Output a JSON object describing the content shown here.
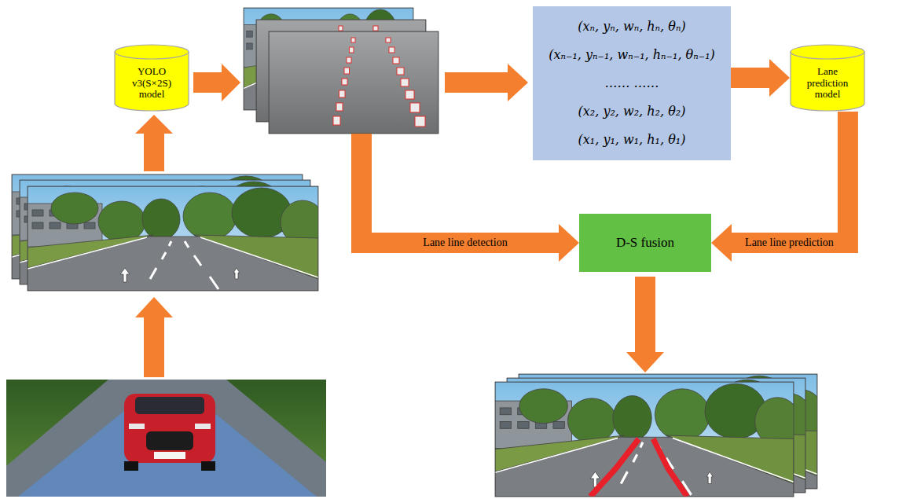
{
  "diagram": {
    "nodes": [
      {
        "text": [
          "YOLO v3(S×2S) model"
        ]
      },
      {
        "text": [
          "(xₙ, yₙ, wₙ, hₙ, θₙ)",
          "(xₙ₋₁, yₙ₋₁, wₙ₋₁, hₙ₋₁, θₙ₋₁)",
          "…… ……",
          "(x₂, y₂, w₂, h₂, θ₂)",
          "(x₁, y₁, w₁, h₁, θ₁)"
        ]
      },
      {
        "text": [
          "Lane prediction model"
        ]
      },
      {
        "text": [
          "D-S fusion"
        ]
      }
    ],
    "edges": [
      {
        "from": 1,
        "to": 2,
        "arrow": "to"
      },
      {
        "from": 2,
        "to": 3,
        "arrow": "to",
        "label": "Lane line prediction"
      }
    ],
    "labels": [
      "Lane line detection"
    ]
  }
}
